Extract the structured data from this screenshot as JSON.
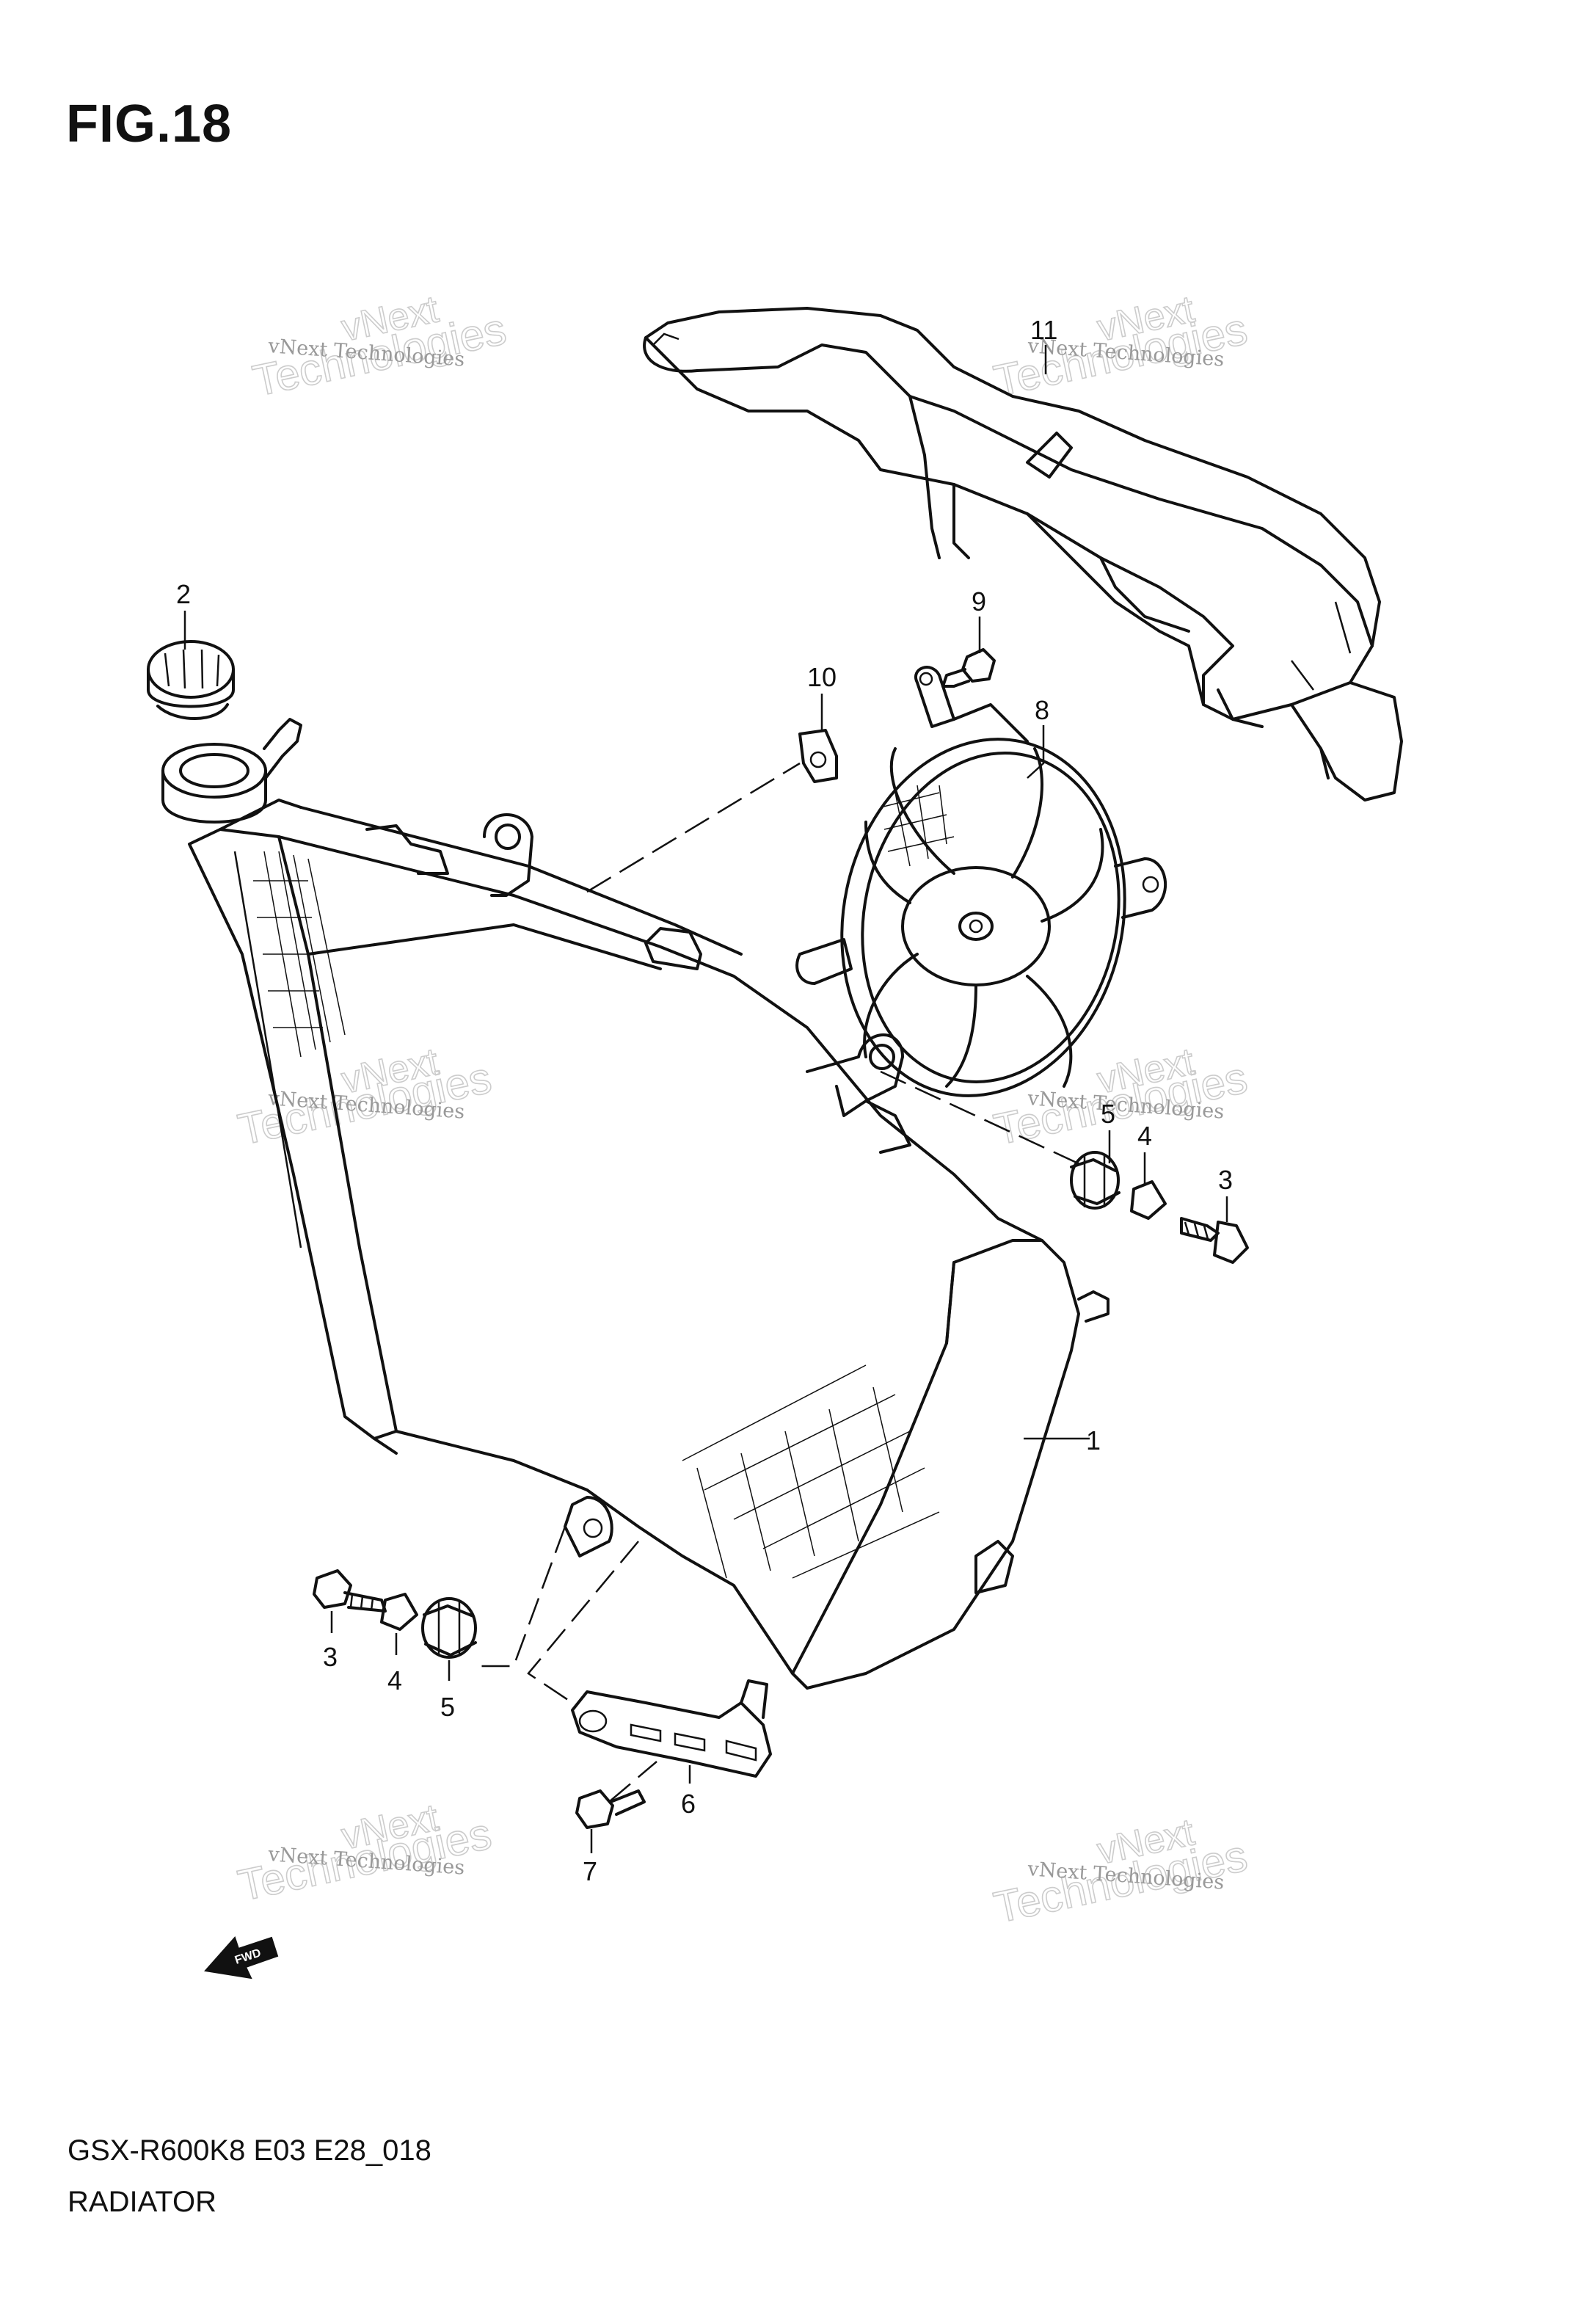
{
  "figure": {
    "title": "FIG.18",
    "code": "GSX-R600K8 E03 E28_018",
    "name": "RADIATOR"
  },
  "callouts": [
    "1",
    "2",
    "3",
    "4",
    "5",
    "6",
    "7",
    "8",
    "9",
    "10",
    "11"
  ],
  "callouts_repeat": [
    "3",
    "4",
    "5"
  ],
  "watermark": {
    "line1": "vNext Technologies",
    "line2": "Technologies",
    "line3": "vNext"
  },
  "direction_label": "FWD"
}
